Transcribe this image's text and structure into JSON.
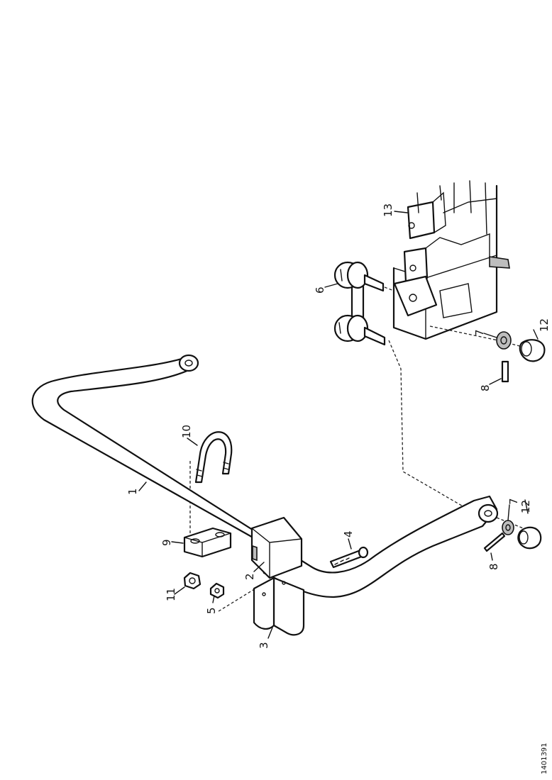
{
  "diagram": {
    "callouts": {
      "c1": "1",
      "c2": "2",
      "c3": "3",
      "c4": "4",
      "c5": "5",
      "c6": "6",
      "c7a": "7",
      "c7b": "7",
      "c8a": "8",
      "c8b": "8",
      "c9": "9",
      "c10": "10",
      "c11": "11",
      "c12a": "12",
      "c12b": "12",
      "c13": "13"
    },
    "reference_code": "1401391"
  }
}
